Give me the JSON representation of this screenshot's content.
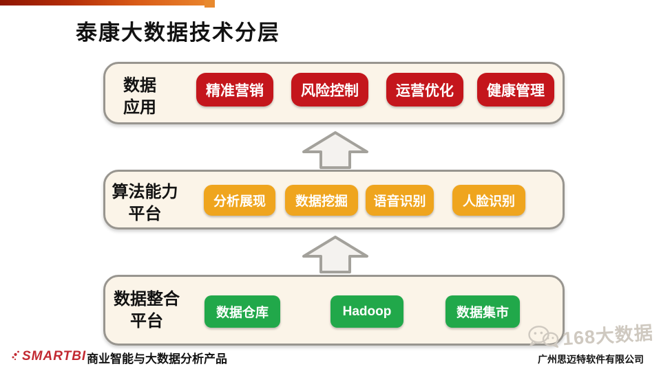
{
  "slide": {
    "title": "泰康大数据技术分层"
  },
  "layers": [
    {
      "name": "数据应用",
      "label_lines": [
        "数据",
        "应用"
      ],
      "chip_color": "#c4161c",
      "items": [
        "精准营销",
        "风险控制",
        "运营优化",
        "健康管理"
      ]
    },
    {
      "name": "算法能力平台",
      "label_lines": [
        "算法能力",
        "平台"
      ],
      "chip_color": "#efa51e",
      "items": [
        "分析展现",
        "数据挖掘",
        "语音识别",
        "人脸识别"
      ]
    },
    {
      "name": "数据整合平台",
      "label_lines": [
        "数据整合",
        "平台"
      ],
      "chip_color": "#21a84a",
      "items": [
        "数据仓库",
        "Hadoop",
        "数据集市"
      ]
    }
  ],
  "icons": {
    "up_arrow": "block-arrow-up",
    "wechat": "wechat-logo",
    "smartbi_dots": "dot-cluster"
  },
  "footer": {
    "logo_text": "SMARTBI",
    "tagline": "商业智能与大数据分析产品",
    "company": "广州思迈特软件有限公司"
  },
  "watermark": {
    "text": "168大数据"
  },
  "colors": {
    "accent_bar_start": "#8f1602",
    "accent_bar_end": "#e8822b",
    "panel_bg": "#fbf4e8",
    "panel_border": "#98958f",
    "red_chip": "#c4161c",
    "orange_chip": "#efa51e",
    "green_chip": "#21a84a",
    "watermark_gray": "#cfc9c0",
    "logo_red": "#c22a32"
  }
}
